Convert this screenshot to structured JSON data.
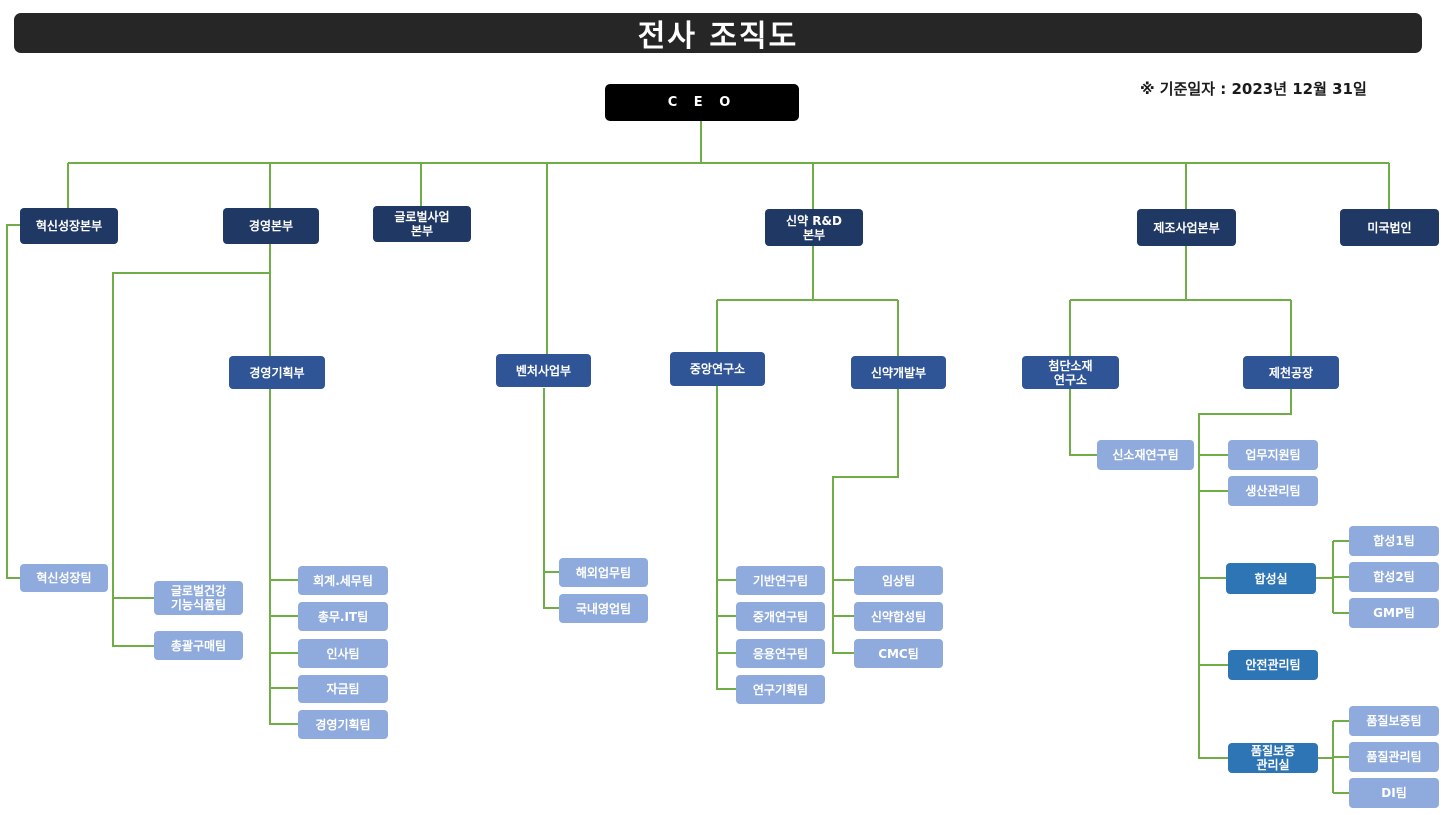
{
  "title": "전사 조직도",
  "base_date": "※ 기준일자 : 2023년 12월 31일",
  "colors": {
    "title_bg": "#262626",
    "ceo": "#000000",
    "division": "#1f3864",
    "department": "#2f5597",
    "office": "#2e75b6",
    "team": "#8faadc",
    "connector": "#70ad47"
  },
  "org": {
    "ceo": "C E O",
    "divisions": {
      "innovation": "혁신성장본부",
      "management": "경영본부",
      "global": "글로벌사업\n본부",
      "rnd": "신약 R&D\n본부",
      "manufacturing": "제조사업본부",
      "us": "미국법인"
    },
    "departments": {
      "mgmt_planning": "경영기획부",
      "venture": "벤처사업부",
      "central_lab": "중앙연구소",
      "new_drug_dev": "신약개발부",
      "advanced_material_lab": "첨단소재\n연구소",
      "jecheon_plant": "제천공장"
    },
    "offices": {
      "synthesis": "합성실",
      "safety": "안전관리팀",
      "qa": "품질보증\n관리실"
    },
    "teams": {
      "innovation_growth": "혁신성장팀",
      "global_health_food": "글로벌건강\n기능식품팀",
      "general_purchasing": "총괄구매팀",
      "accounting_tax": "회계.세무팀",
      "general_it": "총무.IT팀",
      "hr": "인사팀",
      "finance": "자금팀",
      "mgmt_planning_team": "경영기획팀",
      "overseas": "해외업무팀",
      "domestic_sales": "국내영업팀",
      "basic_research": "기반연구팀",
      "translational_research": "중개연구팀",
      "applied_research": "응용연구팀",
      "research_planning": "연구기획팀",
      "clinical": "임상팀",
      "drug_synthesis": "신약합성팀",
      "cmc": "CMC팀",
      "new_material_research": "신소재연구팀",
      "business_support": "업무지원팀",
      "production_mgmt": "생산관리팀",
      "synthesis1": "합성1팀",
      "synthesis2": "합성2팀",
      "gmp": "GMP팀",
      "quality_assurance": "품질보증팀",
      "quality_mgmt": "품질관리팀",
      "di": "DI팀"
    }
  }
}
